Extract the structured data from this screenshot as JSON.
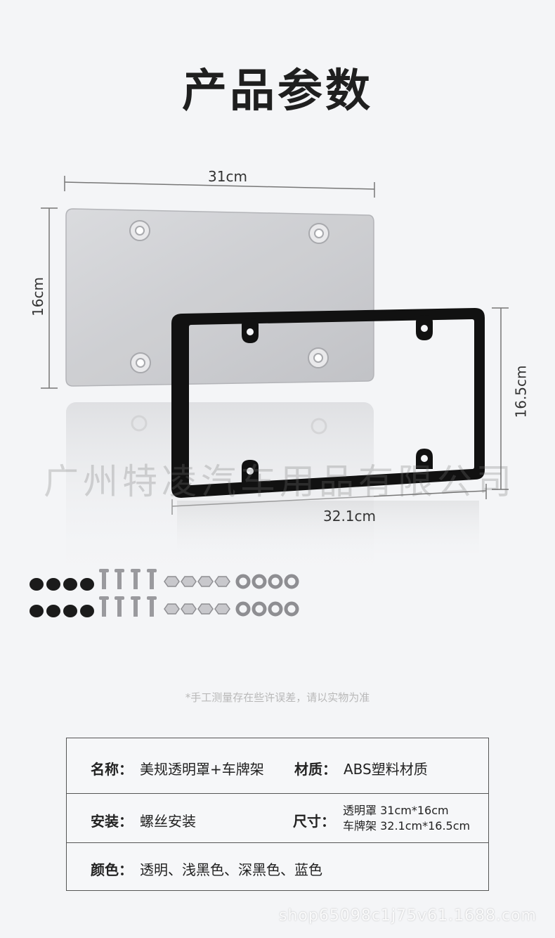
{
  "title": "产品参数",
  "dimensions": {
    "cover_width": "31cm",
    "cover_height": "16cm",
    "frame_height": "16.5cm",
    "frame_width": "32.1cm"
  },
  "watermark": "广州特凌汽车用品有限公司",
  "note": "*手工测量存在些许误差，请以实物为准",
  "spec": {
    "name_label": "名称：",
    "name_value": "美规透明罩+车牌架",
    "material_label": "材质：",
    "material_value": "ABS塑料材质",
    "install_label": "安装：",
    "install_value": "螺丝安装",
    "size_label": "尺寸：",
    "size_line1": "透明罩 31cm*16cm",
    "size_line2": "车牌架 32.1cm*16.5cm",
    "color_label": "颜色：",
    "color_value": "透明、浅黑色、深黑色、蓝色"
  },
  "footer_watermark": "shop65098c1j75v61.1688.com",
  "colors": {
    "background": "#f4f5f7",
    "frame": "#111111",
    "cover": "#c9cacd"
  }
}
